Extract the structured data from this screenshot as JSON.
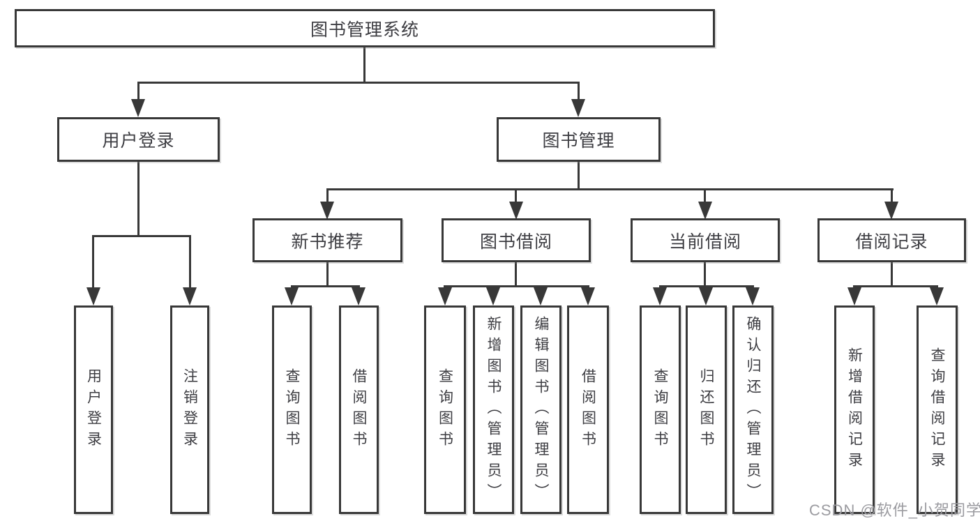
{
  "nodes": {
    "root": "图书管理系统",
    "login": "用户登录",
    "management": "图书管理",
    "newbook": "新书推荐",
    "borrow": "图书借阅",
    "current": "当前借阅",
    "records": "借阅记录",
    "leaf_user_login": "用户登录",
    "leaf_logout": "注销登录",
    "leaf_nb_query": "查询图书",
    "leaf_nb_borrow": "借阅图书",
    "leaf_b_query": "查询图书",
    "leaf_b_add": "新增图书（管理员）",
    "leaf_b_edit": "编辑图书（管理员）",
    "leaf_b_borrow": "借阅图书",
    "leaf_c_query": "查询图书",
    "leaf_c_return": "归还图书",
    "leaf_c_confirm": "确认归还（管理员）",
    "leaf_r_add": "新增借阅记录",
    "leaf_r_query": "查询借阅记录"
  },
  "tree": {
    "root": "图书管理系统",
    "children": [
      {
        "label": "用户登录",
        "children": [
          "用户登录",
          "注销登录"
        ]
      },
      {
        "label": "图书管理",
        "children": [
          {
            "label": "新书推荐",
            "children": [
              "查询图书",
              "借阅图书"
            ]
          },
          {
            "label": "图书借阅",
            "children": [
              "查询图书",
              "新增图书（管理员）",
              "编辑图书（管理员）",
              "借阅图书"
            ]
          },
          {
            "label": "当前借阅",
            "children": [
              "查询图书",
              "归还图书",
              "确认归还（管理员）"
            ]
          },
          {
            "label": "借阅记录",
            "children": [
              "新增借阅记录",
              "查询借阅记录"
            ]
          }
        ]
      }
    ]
  },
  "watermark": "CSDN @软件_小贺同学",
  "colors": {
    "line": "#383838",
    "text": "#3d3d42",
    "watermark": "#9b9ba0",
    "background": "#ffffff"
  }
}
